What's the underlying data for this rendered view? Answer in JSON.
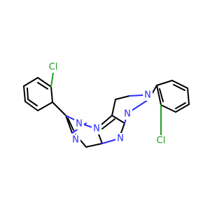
{
  "molecule": {
    "atom_labels": {
      "n_triazole_1": "N",
      "n_triazole_2": "N",
      "n_triazole_3": "N",
      "n_pyrimidine": "N",
      "n_pyrazole_1": "N",
      "n_pyrazole_2": "N",
      "cl_top": "Cl",
      "cl_bottom": "Cl"
    },
    "colors": {
      "nitrogen": "#2b2bff",
      "chlorine": "#1e9b1e",
      "carbon_bond": "#000000"
    }
  }
}
